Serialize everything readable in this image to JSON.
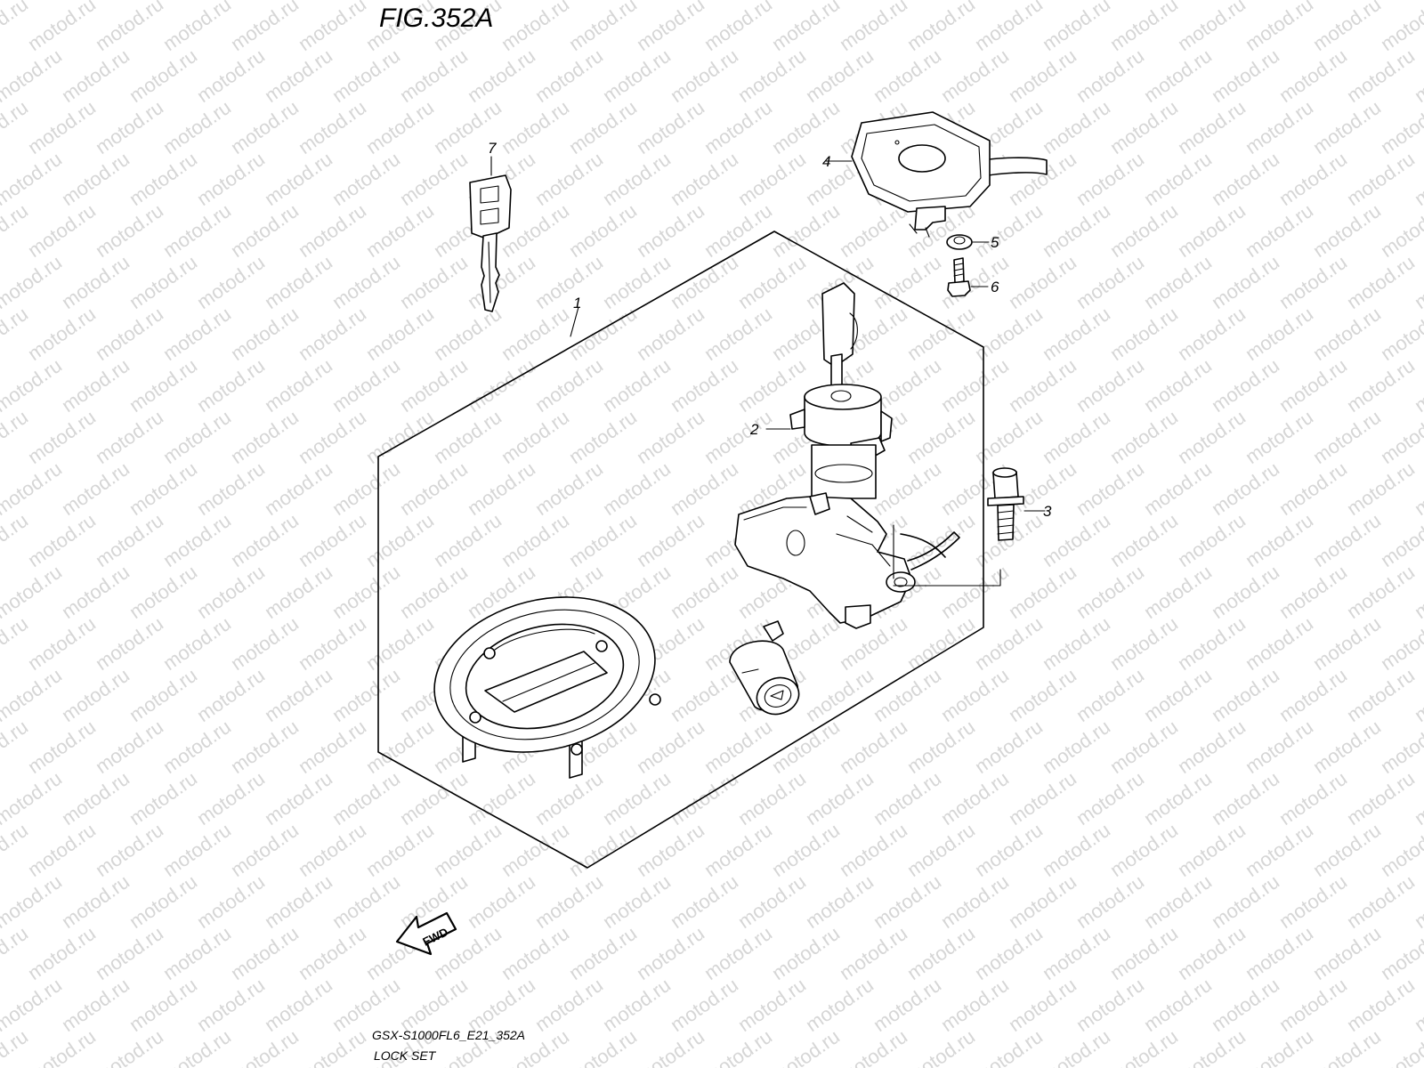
{
  "figure": {
    "title": "FIG.352A"
  },
  "watermark": {
    "text": "motod.ru"
  },
  "callouts": [
    {
      "number": "1",
      "part": "lock-set-assembly"
    },
    {
      "number": "2",
      "part": "ignition-switch"
    },
    {
      "number": "3",
      "part": "ignition-switch-bolt"
    },
    {
      "number": "4",
      "part": "ignition-cover"
    },
    {
      "number": "5",
      "part": "nut"
    },
    {
      "number": "6",
      "part": "screw"
    },
    {
      "number": "7",
      "part": "spare-key"
    }
  ],
  "direction_marker": {
    "label": "FWD"
  },
  "footer": {
    "code": "GSX-S1000FL6_E21_352A",
    "set_name": "LOCK SET"
  }
}
